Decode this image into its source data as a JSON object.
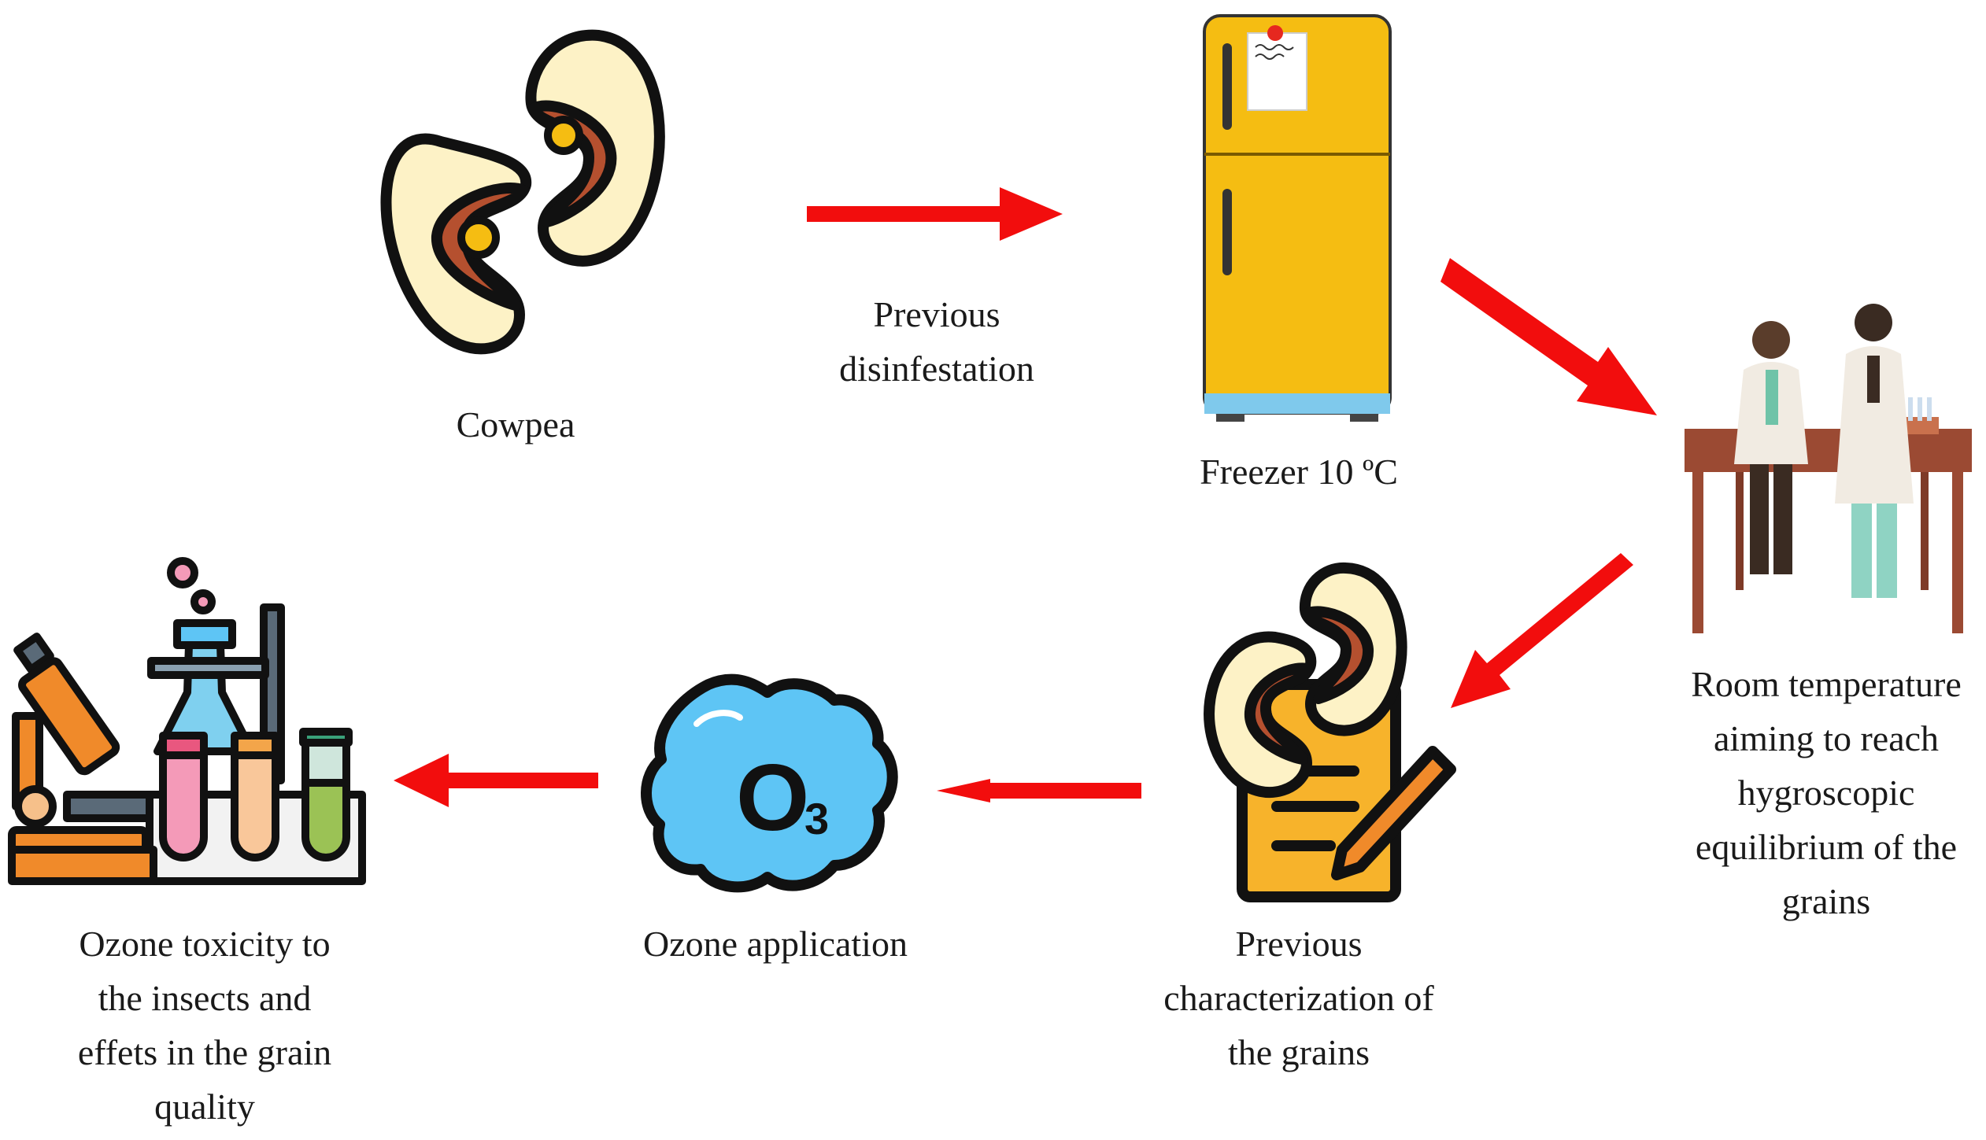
{
  "labels": {
    "cowpea": "Cowpea",
    "disinfestation": "Previous\ndisinfestation",
    "freezer": "Freezer 10 ºC",
    "room_temp": "Room temperature\naiming to reach\nhygroscopic\nequilibrium of the\ngrains",
    "characterization": "Previous\ncharacterization of\nthe grains",
    "ozone_application": "Ozone application",
    "ozone_toxicity": "Ozone toxicity to\nthe insects and\neffets in the grain\nquality",
    "o3_symbol": "O",
    "o3_subscript": "3"
  },
  "colors": {
    "arrow": "#f20d0d",
    "bean_cream": "#fdf2c6",
    "bean_brown": "#b5502f",
    "fridge_yellow": "#f5bd12",
    "fridge_base": "#7fc9ec",
    "cloud_blue": "#5ec5f5",
    "clipboard_orange": "#f7b32b",
    "table_brown": "#9b4a33",
    "microscope_orange": "#f08a2a"
  }
}
